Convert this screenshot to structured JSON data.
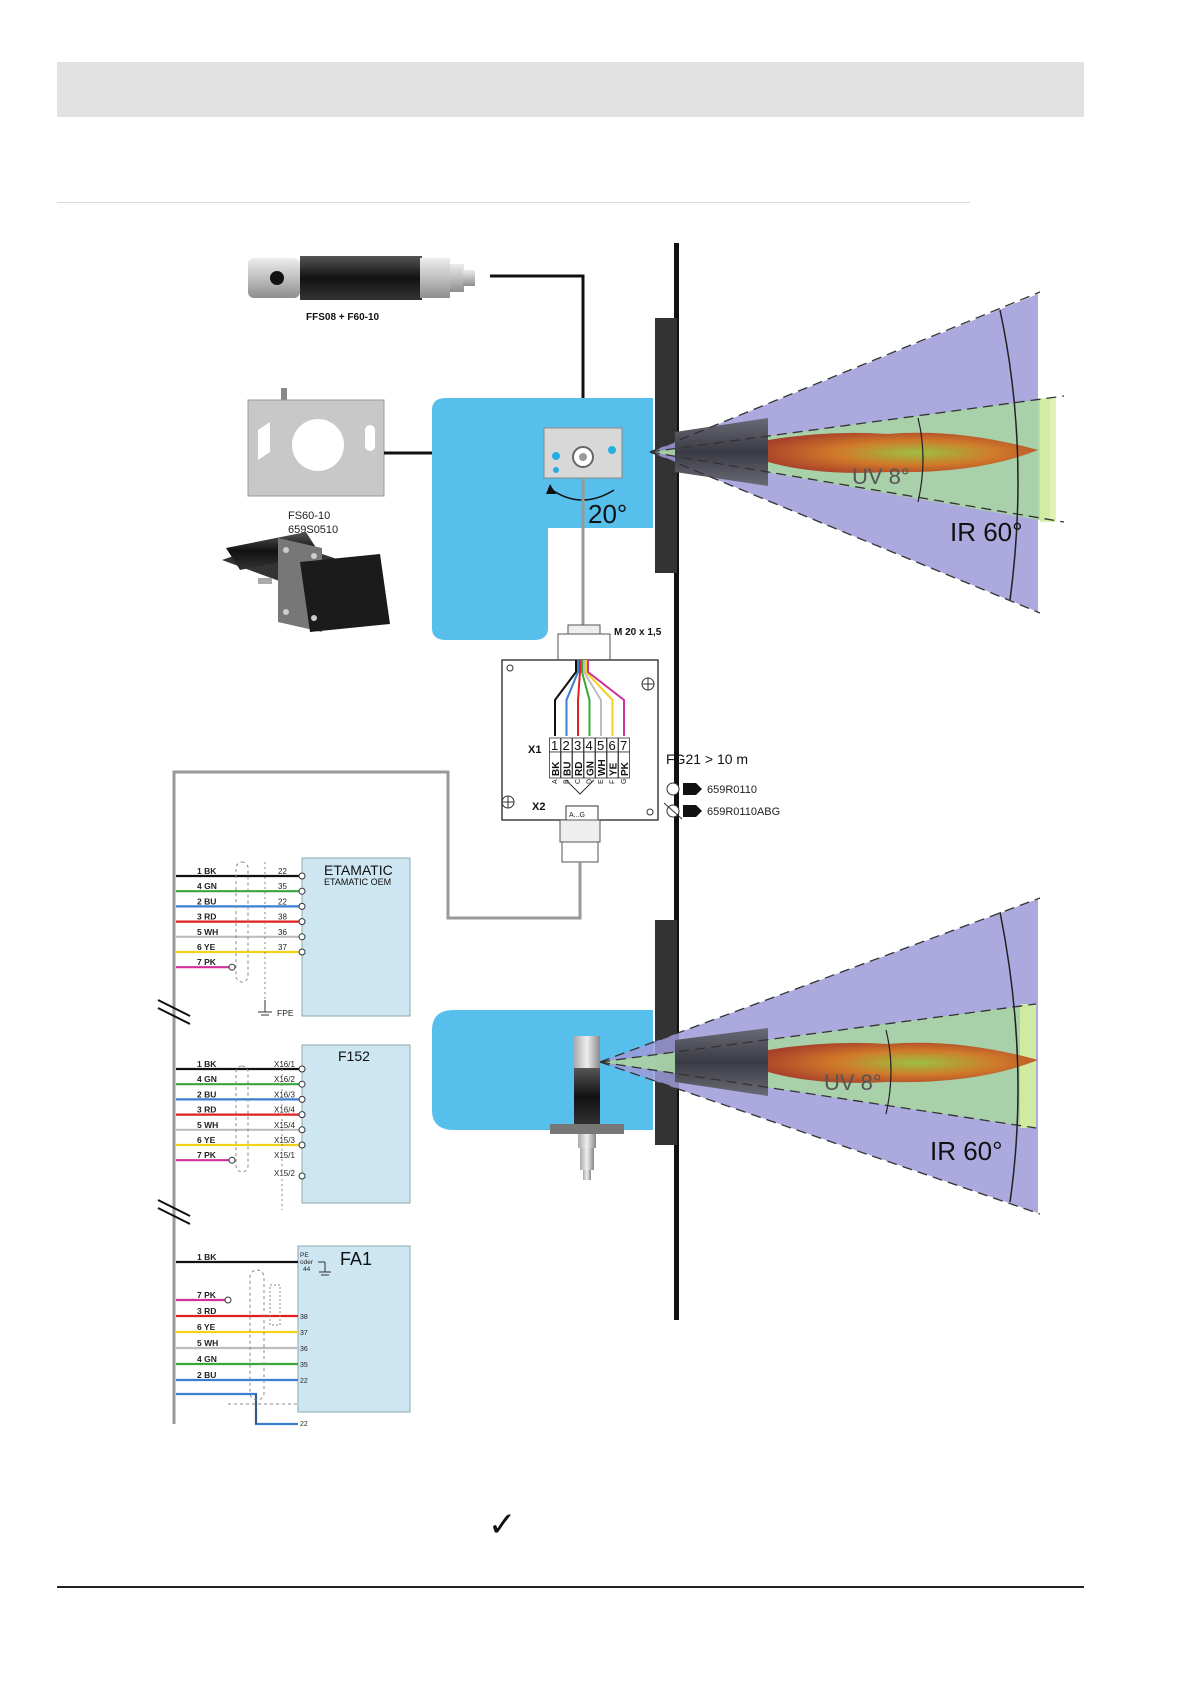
{
  "header": {
    "title": ""
  },
  "components": {
    "sensor_top_label": "FFS08 + F60-10",
    "plate_label_1": "FS60-10",
    "plate_label_2": "659S0510",
    "thread_label": "M 20 x 1,5",
    "cable_label": "FG21 > 10 m",
    "part_1": "659R0110",
    "part_2": "659R0110ABG",
    "angle_tilt": "20°"
  },
  "junction_box": {
    "terminal_block": "X1",
    "connector_block": "X2",
    "connector_label": "A...G",
    "numbers": [
      "1",
      "2",
      "3",
      "4",
      "5",
      "6",
      "7"
    ],
    "colors": [
      "BK",
      "BU",
      "RD",
      "GN",
      "WH",
      "YE",
      "PK"
    ],
    "letters": [
      "A",
      "B",
      "C",
      "D",
      "E",
      "F",
      "G"
    ]
  },
  "flame": {
    "top": {
      "uv": "UV 8°",
      "ir": "IR 60°"
    },
    "bottom": {
      "uv": "UV 8°",
      "ir": "IR 60°"
    }
  },
  "etamatic": {
    "title": "ETAMATIC",
    "subtitle": "ETAMATIC OEM",
    "ground": "FPE",
    "wires": [
      {
        "label": "1 BK",
        "term": "22"
      },
      {
        "label": "4 GN",
        "term": "35"
      },
      {
        "label": "2 BU",
        "term": "22"
      },
      {
        "label": "3 RD",
        "term": "38"
      },
      {
        "label": "5 WH",
        "term": "36"
      },
      {
        "label": "6 YE",
        "term": "37"
      },
      {
        "label": "7 PK",
        "term": ""
      }
    ]
  },
  "f152": {
    "title": "F152",
    "wires": [
      {
        "label": "1 BK",
        "term": "X16/1"
      },
      {
        "label": "4 GN",
        "term": "X16/2"
      },
      {
        "label": "2 BU",
        "term": "X16/3"
      },
      {
        "label": "3 RD",
        "term": "X16/4"
      },
      {
        "label": "5 WH",
        "term": "X15/4"
      },
      {
        "label": "6 YE",
        "term": "X15/3"
      },
      {
        "label": "7 PK",
        "term": "X15/1"
      }
    ],
    "extra_term": "X15/2"
  },
  "fa1": {
    "title": "FA1",
    "pe_lines": [
      "PE",
      "oder",
      "44"
    ],
    "wires": [
      {
        "label": "1 BK",
        "term": ""
      },
      {
        "label": "7 PK",
        "term": ""
      },
      {
        "label": "3 RD",
        "term": "38"
      },
      {
        "label": "6 YE",
        "term": "37"
      },
      {
        "label": "5 WH",
        "term": "36"
      },
      {
        "label": "4 GN",
        "term": "35"
      },
      {
        "label": "2 BU",
        "term": "22"
      }
    ]
  },
  "colors": {
    "BK": "#111111",
    "GN": "#3aa63a",
    "BU": "#3a7fd0",
    "RD": "#e02020",
    "WH": "#bdbdbd",
    "YE": "#f2d21a",
    "PK": "#d0309a",
    "burner_body": "#56bfec",
    "ir_cone": "#9c9ad8",
    "uv_cone": "#a7d7a0",
    "module_box": "#cde6f2"
  },
  "footer": {
    "mark": "✓"
  }
}
